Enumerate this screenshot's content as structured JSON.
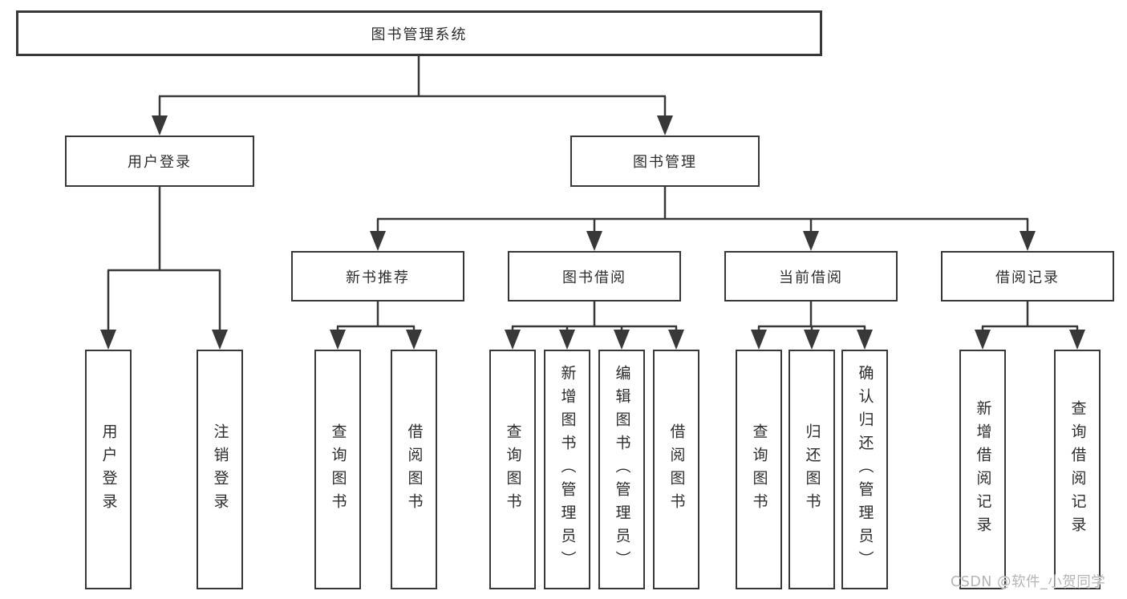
{
  "diagram": {
    "type": "tree",
    "root": "图书管理系统",
    "l2": [
      "用户登录",
      "图书管理"
    ],
    "l3": [
      "新书推荐",
      "图书借阅",
      "当前借阅",
      "借阅记录"
    ],
    "leaves": [
      "用户登录",
      "注销登录",
      "查询图书",
      "借阅图书",
      "查询图书",
      "新增图书（管理员）",
      "编辑图书（管理员）",
      "借阅图书",
      "查询图书",
      "归还图书",
      "确认归还（管理员）",
      "新增借阅记录",
      "查询借阅记录"
    ],
    "hierarchy": {
      "图书管理系统": [
        "用户登录",
        "图书管理"
      ],
      "用户登录": [
        "用户登录",
        "注销登录"
      ],
      "图书管理": [
        "新书推荐",
        "图书借阅",
        "当前借阅",
        "借阅记录"
      ],
      "新书推荐": [
        "查询图书",
        "借阅图书"
      ],
      "图书借阅": [
        "查询图书",
        "新增图书（管理员）",
        "编辑图书（管理员）",
        "借阅图书"
      ],
      "当前借阅": [
        "查询图书",
        "归还图书",
        "确认归还（管理员）"
      ],
      "借阅记录": [
        "新增借阅记录",
        "查询借阅记录"
      ]
    }
  },
  "watermark": "CSDN @软件_小贺同学",
  "colors": {
    "line": "#383838",
    "box_border": "#383838",
    "text": "#2d2d2d",
    "background": "#ffffff",
    "watermark": "#b5b5b5"
  }
}
